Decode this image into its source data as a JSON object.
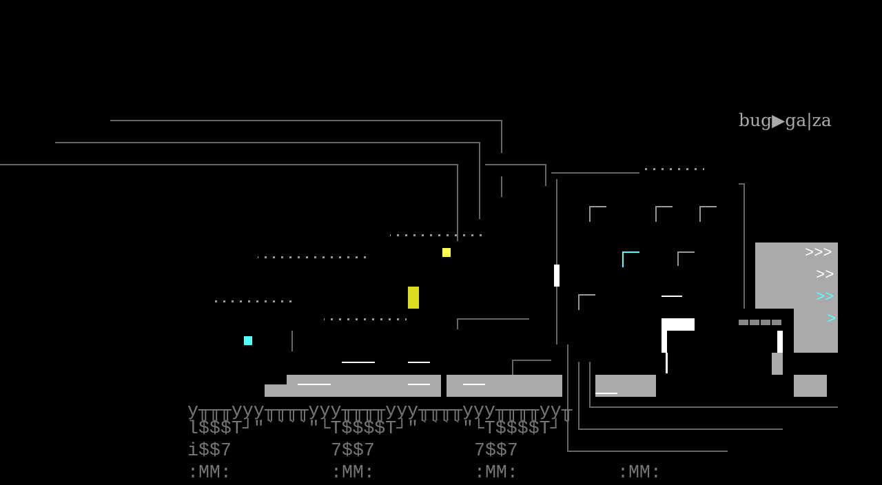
{
  "logo": {
    "text": "bug▶ga|za"
  },
  "ascii_art": {
    "row1": "y╥╥╥yyy╥╥╥╥yyy╥╥╥╥yyy╥╥╥╥yyy╥╥╥╥yy╥",
    "row2": "l$$$T┘\"````\"└T$$$$T┘\"````\"└T$$$$T┘`",
    "row3": [
      "i$$7",
      "7$$7",
      "7$$7"
    ],
    "row4": [
      ":MM:",
      ":MM:",
      ":MM:",
      ":MM:"
    ]
  },
  "arrows": [
    ">>>",
    ">>",
    ">>",
    ">"
  ],
  "colors": {
    "background": "#000000",
    "gray": "#777777",
    "light": "#aaaaaa",
    "cyan": "#55ffff",
    "yellow": "#ffff55",
    "white": "#ffffff"
  }
}
